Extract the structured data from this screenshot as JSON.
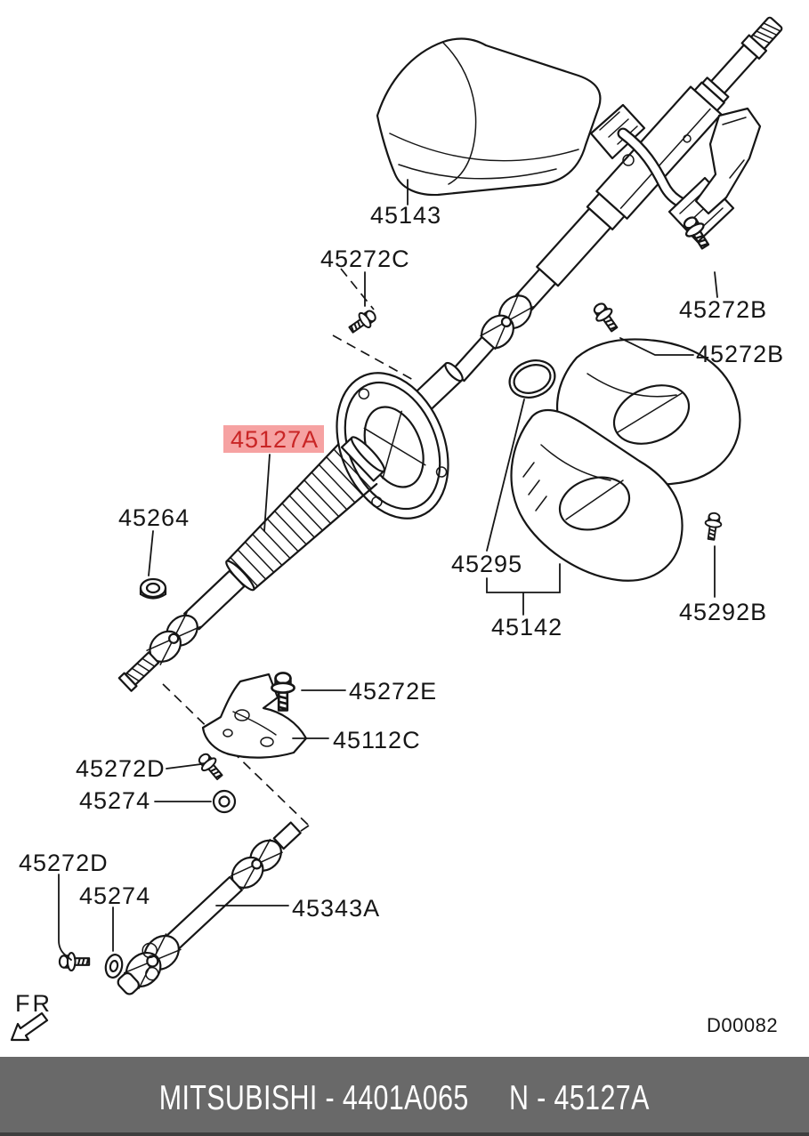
{
  "diagram": {
    "drawing_code": "D00082",
    "fr_indicator": "FR",
    "highlighted_part": "45127A",
    "highlight_colors": {
      "background": "#f6a2a2",
      "text": "#c92525"
    },
    "line_color": "#161616",
    "labels": {
      "cover_top": "45143",
      "bolt_c": "45272C",
      "bolt_b_upper": "45272B",
      "bolt_b_lower": "45272B",
      "main_shaft": "45127A",
      "nut": "45264",
      "gasket": "45295",
      "column_cover": "45142",
      "bolt_292b": "45292B",
      "bolt_e": "45272E",
      "bracket": "45112C",
      "bolt_d_upper": "45272D",
      "washer_upper": "45274",
      "bolt_d_lower": "45272D",
      "washer_lower": "45274",
      "joint_assembly": "45343A"
    }
  },
  "footer": {
    "background": "#696969",
    "text_color": "#ffffff",
    "left_text": "MITSUBISHI - 4401A065",
    "right_text": "N - 45127A"
  }
}
